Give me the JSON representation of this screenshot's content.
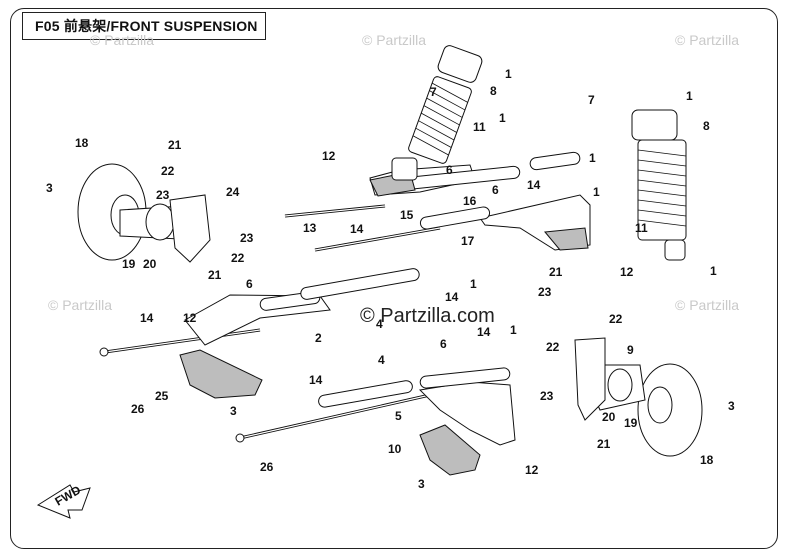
{
  "title": "F05 前悬架/FRONT SUSPENSION",
  "watermark": "© Partzilla",
  "watermark_center": "© Partzilla.com",
  "fwd_label": "FWD",
  "callouts": [
    "1",
    "1",
    "1",
    "1",
    "1",
    "1",
    "1",
    "1",
    "2",
    "3",
    "3",
    "3",
    "3",
    "4",
    "4",
    "5",
    "6",
    "6",
    "6",
    "6",
    "7",
    "7",
    "8",
    "8",
    "9",
    "10",
    "11",
    "11",
    "12",
    "12",
    "12",
    "12",
    "13",
    "14",
    "14",
    "14",
    "14",
    "14",
    "14",
    "15",
    "16",
    "17",
    "18",
    "18",
    "19",
    "19",
    "20",
    "20",
    "21",
    "21",
    "21",
    "21",
    "22",
    "22",
    "22",
    "22",
    "23",
    "23",
    "23",
    "23",
    "24",
    "25",
    "26",
    "26"
  ]
}
